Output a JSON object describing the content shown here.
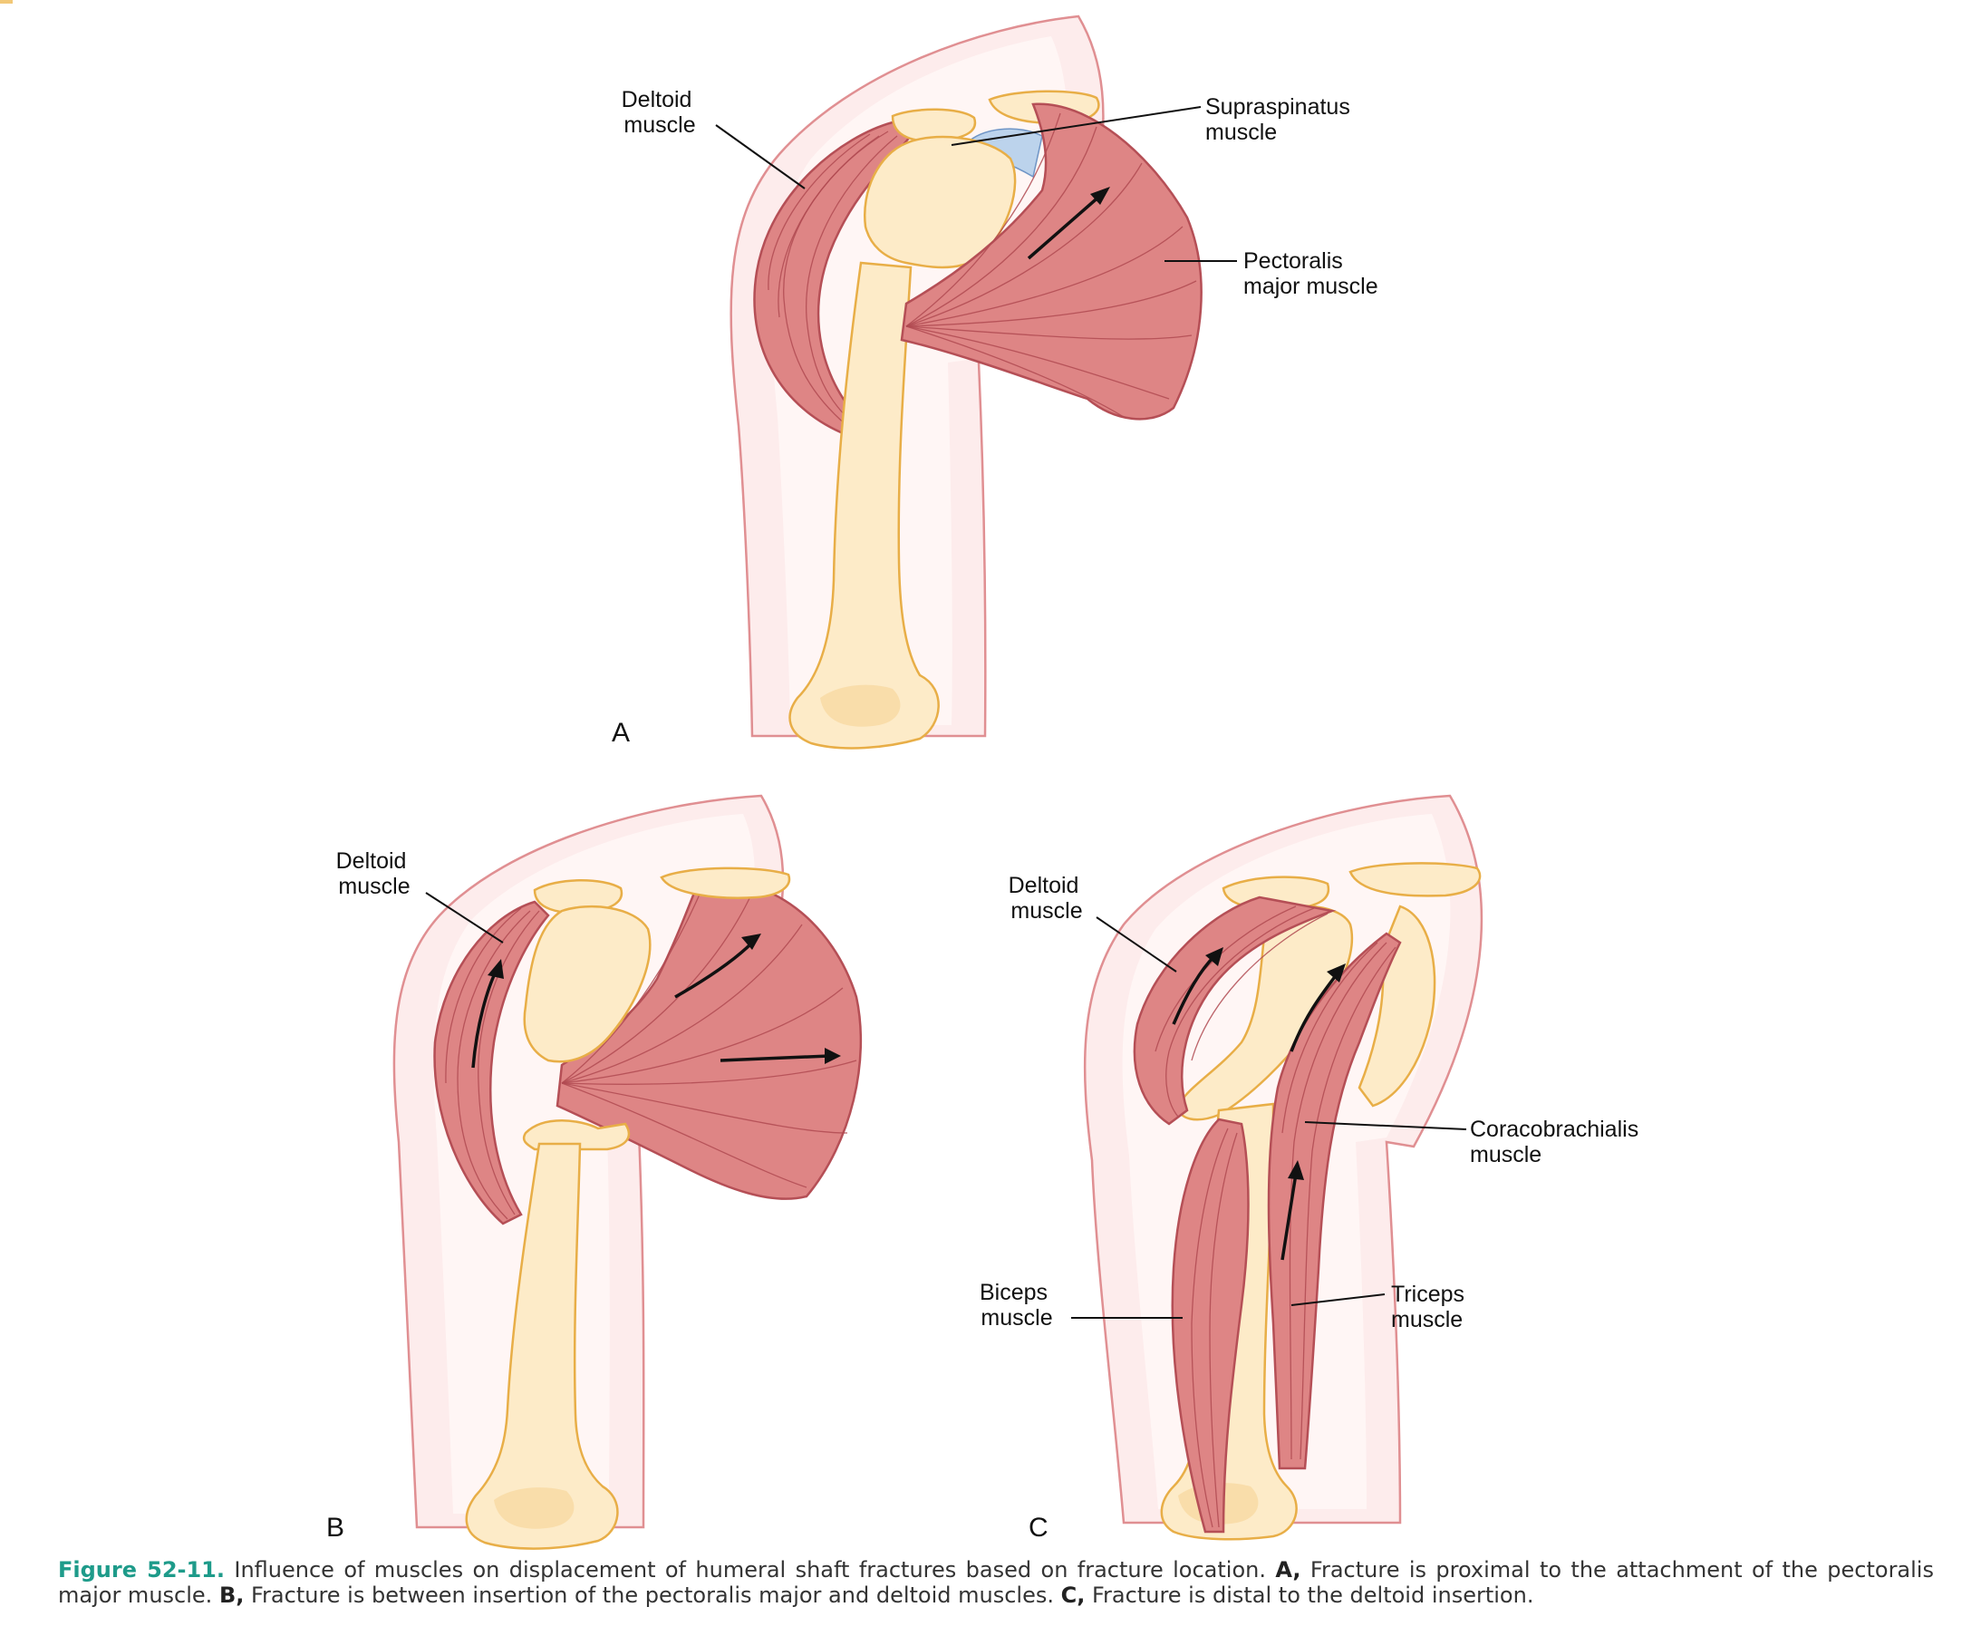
{
  "panels": {
    "a": {
      "letter": "A",
      "labels": {
        "deltoid": [
          "Deltoid",
          "muscle"
        ],
        "supraspinatus": [
          "Supraspinatus",
          "muscle"
        ],
        "pectoralis": [
          "Pectoralis",
          "major muscle"
        ]
      }
    },
    "b": {
      "letter": "B",
      "labels": {
        "deltoid": [
          "Deltoid",
          "muscle"
        ]
      }
    },
    "c": {
      "letter": "C",
      "labels": {
        "deltoid": [
          "Deltoid",
          "muscle"
        ],
        "coracobrachialis": [
          "Coracobrachialis",
          "muscle"
        ],
        "biceps": [
          "Biceps",
          "muscle"
        ],
        "triceps": [
          "Triceps",
          "muscle"
        ]
      }
    }
  },
  "caption": {
    "figure_label": "Figure 52-11.",
    "intro": "Influence of muscles on displacement of humeral shaft fractures based on fracture location.",
    "items": [
      {
        "letter": "A,",
        "text": "Fracture is proximal to the attachment of the pectoralis major muscle."
      },
      {
        "letter": "B,",
        "text": "Fracture is between insertion of the pectoralis major and deltoid muscles."
      },
      {
        "letter": "C,",
        "text": "Fracture is distal to the deltoid insertion."
      }
    ]
  },
  "colors": {
    "muscle": "#de8585",
    "bone": "#fdebc8",
    "skin": "#fdecec",
    "supraspinatus": "#bcd3ec",
    "figure_label": "#1e9b8a"
  }
}
